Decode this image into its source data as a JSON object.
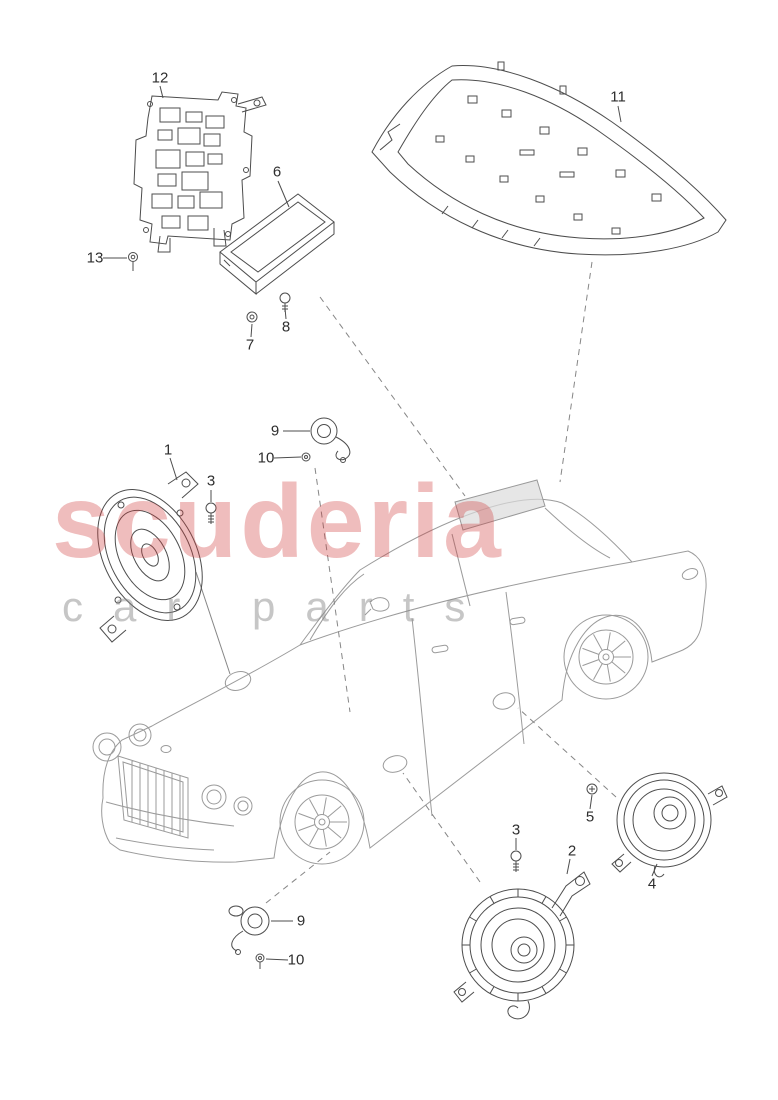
{
  "watermark": {
    "title": "scuderia",
    "subtitle": "car parts",
    "title_color": "#d13e3e",
    "subtitle_color": "#878787"
  },
  "diagram": {
    "type": "exploded-parts-diagram",
    "line_color": "#4d4d4d",
    "car_line_color": "#9b9b9b",
    "callouts": [
      {
        "label": "12"
      },
      {
        "label": "13"
      },
      {
        "label": "6"
      },
      {
        "label": "7"
      },
      {
        "label": "8"
      },
      {
        "label": "11"
      },
      {
        "label": "9"
      },
      {
        "label": "10"
      },
      {
        "label": "1"
      },
      {
        "label": "3"
      },
      {
        "label": "5"
      },
      {
        "label": "4"
      },
      {
        "label": "3"
      },
      {
        "label": "2"
      },
      {
        "label": "9"
      },
      {
        "label": "10"
      }
    ]
  }
}
